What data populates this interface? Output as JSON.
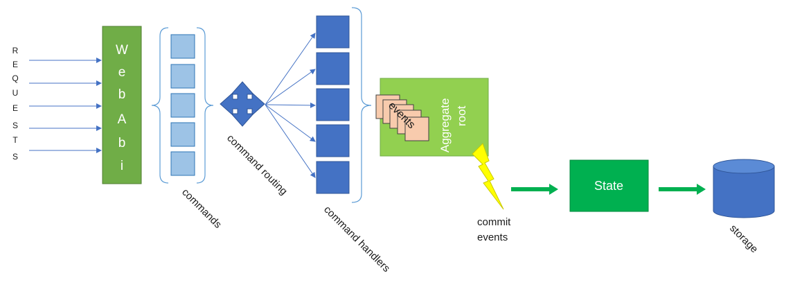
{
  "requests_letters": [
    "R",
    "E",
    "Q",
    "U",
    "E",
    "S",
    "T",
    "S"
  ],
  "webabi_letters": [
    "W",
    "e",
    "b",
    "A",
    "b",
    "i"
  ],
  "labels": {
    "commands": "commands",
    "command_routing": "command routing",
    "command_handlers": "command handlers",
    "events": "events",
    "aggregate_line1": "Aggregate",
    "aggregate_line2": "root",
    "commit_line1": "commit",
    "commit_line2": "events",
    "state": "State",
    "storage": "storage"
  },
  "colors": {
    "webabi_fill": "#70ad47",
    "webabi_stroke": "#507e32",
    "command_box_fill": "#9dc3e6",
    "command_box_stroke": "#2e75b6",
    "handler_fill": "#4472c4",
    "aggregate_fill": "#92d050",
    "event_fill": "#f8cbad",
    "state_fill": "#00b050",
    "lightning_fill": "#ffff00",
    "storage_fill": "#4472c4",
    "arrow_blue": "#4472c4",
    "arrow_green": "#00b050"
  },
  "counts": {
    "request_arrows": 5,
    "command_boxes": 5,
    "handler_boxes": 5,
    "event_cards": 5
  }
}
